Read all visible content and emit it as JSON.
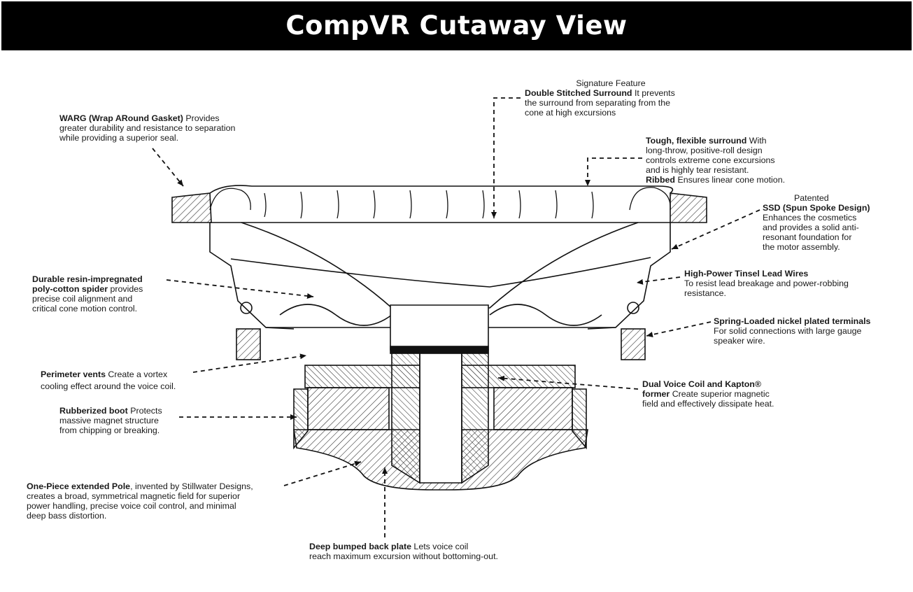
{
  "title": "CompVR Cutaway View",
  "annotations": {
    "signature": {
      "heading": "Signature Feature",
      "bold": "Double Stitched Surround",
      "line1": " It prevents",
      "line2": "the surround from separating from the",
      "line3": "cone at high excursions"
    },
    "warg": {
      "bold": "WARG (Wrap ARound Gasket)",
      "line1": " Provides",
      "line2": "greater durability and resistance to separation",
      "line3": "while providing a superior seal."
    },
    "surround": {
      "bold": "Tough, flexible surround",
      "line1": " With",
      "line2": "long-throw, positive-roll design",
      "line3": "controls extreme cone excursions",
      "line4": "and is highly tear resistant.",
      "bold2": "Ribbed",
      "line5": " Ensures linear cone motion."
    },
    "ssd": {
      "heading": "Patented",
      "bold": "SSD (Spun Spoke Design)",
      "line1": "Enhances the cosmetics",
      "line2": "and provides a solid anti-",
      "line3": "resonant foundation for",
      "line4": "the motor assembly."
    },
    "tinsel": {
      "bold": "High-Power Tinsel Lead Wires",
      "line1": "To resist lead breakage and power-robbing",
      "line2": "resistance."
    },
    "spider": {
      "bold1": "Durable resin-impregnated",
      "bold2": "poly-cotton spider",
      "line1": " provides",
      "line2": "precise coil alignment and",
      "line3": "critical cone motion control."
    },
    "terminals": {
      "bold": "Spring-Loaded nickel plated terminals",
      "line1": "For solid connections with large gauge",
      "line2": "speaker wire."
    },
    "vents": {
      "bold": "Perimeter vents",
      "line1": " Create a vortex",
      "line2": "cooling effect around the voice coil."
    },
    "dvc": {
      "bold1": "Dual Voice Coil and Kapton®",
      "bold2": "former",
      "line1": " Create superior magnetic",
      "line2": "field and effectively dissipate heat."
    },
    "boot": {
      "bold": "Rubberized boot",
      "line1": " Protects",
      "line2": "massive magnet structure",
      "line3": "from chipping or breaking."
    },
    "pole": {
      "bold": "One-Piece extended Pole",
      "line1": ", invented by Stillwater Designs,",
      "line2": "creates a broad, symmetrical magnetic field for superior",
      "line3": "power handling, precise voice coil control, and minimal",
      "line4": "deep bass distortion."
    },
    "backplate": {
      "bold": "Deep bumped back plate",
      "line1": " Lets voice coil",
      "line2": "reach maximum excursion without bottoming-out."
    }
  }
}
